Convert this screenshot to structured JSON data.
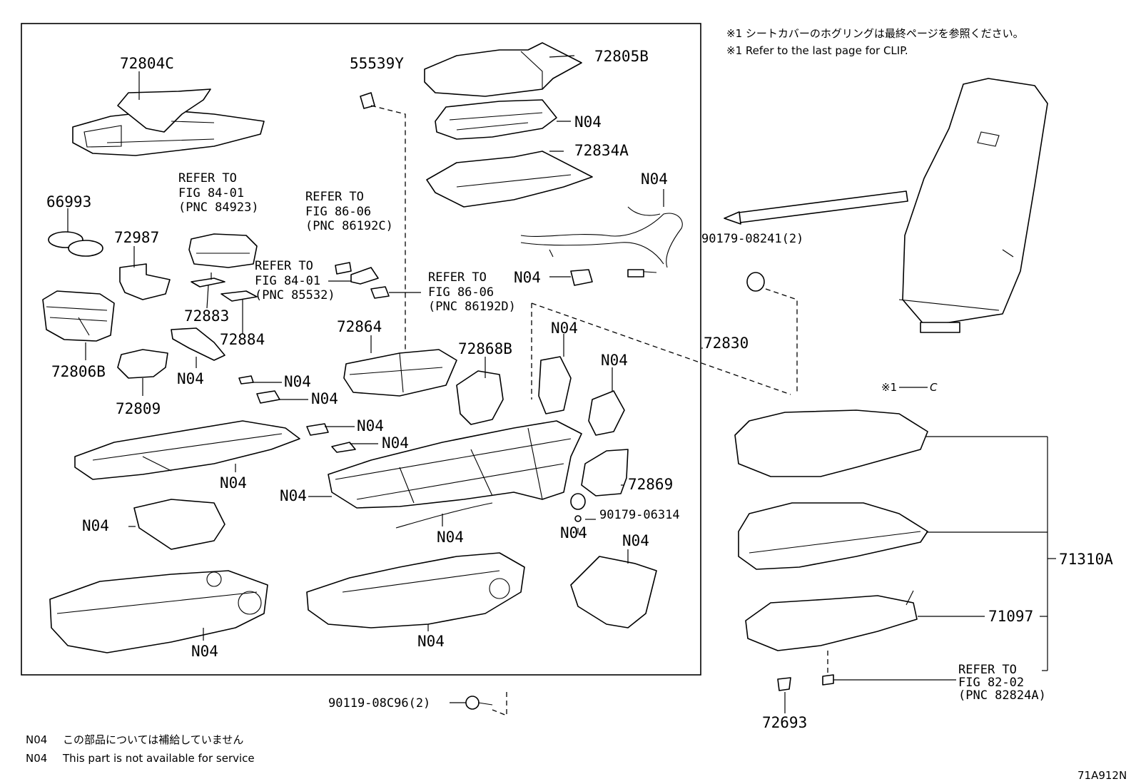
{
  "notes": {
    "jp_line": "※1 シートカバーのホグリングは最終ページを参照ください。",
    "en_line": "※1 Refer to the last page for CLIP."
  },
  "parts": {
    "p72804C": "72804C",
    "p55539Y": "55539Y",
    "p72805B": "72805B",
    "p72834A": "72834A",
    "p66993": "66993",
    "p72987": "72987",
    "p72883": "72883",
    "p72884": "72884",
    "p72806B": "72806B",
    "p72809": "72809",
    "p72864": "72864",
    "p72868B": "72868B",
    "p72830": "72830",
    "p72869": "72869",
    "p90179_06314": "90179-06314",
    "p90179_08241": "90179-08241(2)",
    "p90119_08C96": "90119-08C96(2)",
    "p71310A": "71310A",
    "p71097": "71097",
    "p72693": "72693",
    "n04": "N04"
  },
  "refs": {
    "ref1": [
      "REFER TO",
      "FIG 84-01",
      "(PNC 84923)"
    ],
    "ref2": [
      "REFER TO",
      "FIG 86-06",
      "(PNC 86192C)"
    ],
    "ref3": [
      "REFER TO",
      "FIG 84-01",
      "(PNC 85532)"
    ],
    "ref4": [
      "REFER TO",
      "FIG 86-06",
      "(PNC 86192D)"
    ],
    "ref5": [
      "REFER TO",
      "FIG 82-02",
      "(PNC 82824A)"
    ]
  },
  "clip_mark": {
    "mark": "※1",
    "letter": "C"
  },
  "legend": {
    "code": "N04",
    "jp": "この部品については補給していません",
    "en": "This part is not available for service"
  },
  "figure_id": "71A912N"
}
